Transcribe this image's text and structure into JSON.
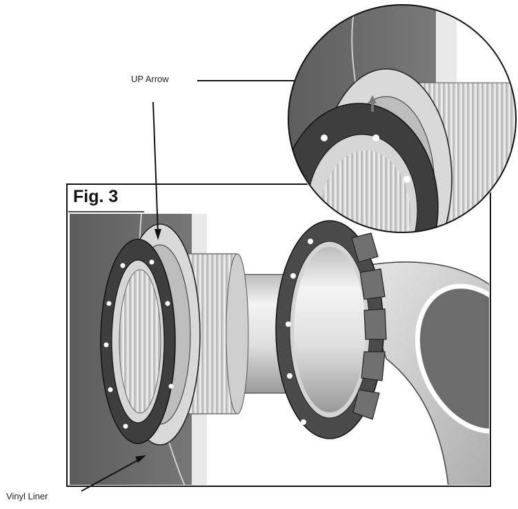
{
  "figure": {
    "title": "Fig. 3"
  },
  "callouts": {
    "up_arrow": "UP Arrow",
    "vinyl_liner": "Vinyl Liner"
  },
  "icons": [
    "up-arrow-marker"
  ],
  "colors": {
    "wall": "#6f6f6f",
    "flange": "#d9d9d9",
    "gasket": "#3e3e3e",
    "pipe": "#e4e4e4",
    "outline": "#111111"
  }
}
